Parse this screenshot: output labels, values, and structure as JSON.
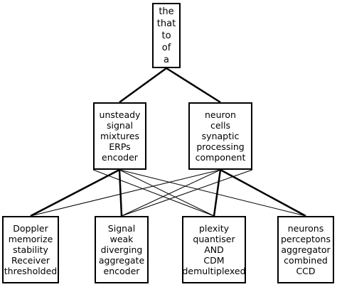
{
  "root": {
    "words": [
      "the",
      "that",
      "to",
      "of",
      "a"
    ]
  },
  "middle": [
    {
      "words": [
        "unsteady",
        "signal",
        "mixtures",
        "ERPs",
        "encoder"
      ]
    },
    {
      "words": [
        "neuron",
        "cells",
        "synaptic",
        "processing",
        "component"
      ]
    }
  ],
  "leaves": [
    {
      "words": [
        "Doppler",
        "memorize",
        "stability",
        "Receiver",
        "thresholded"
      ]
    },
    {
      "words": [
        "Signal",
        "weak",
        "diverging",
        "aggregate",
        "encoder"
      ]
    },
    {
      "words": [
        "plexity",
        "quantiser",
        "AND",
        "CDM",
        "demultiplexed"
      ]
    },
    {
      "words": [
        "neurons",
        "perceptons",
        "aggregator",
        "combined",
        "CCD"
      ]
    }
  ],
  "colors": {
    "line": "#000000",
    "box_border": "#000000",
    "background": "#ffffff"
  }
}
